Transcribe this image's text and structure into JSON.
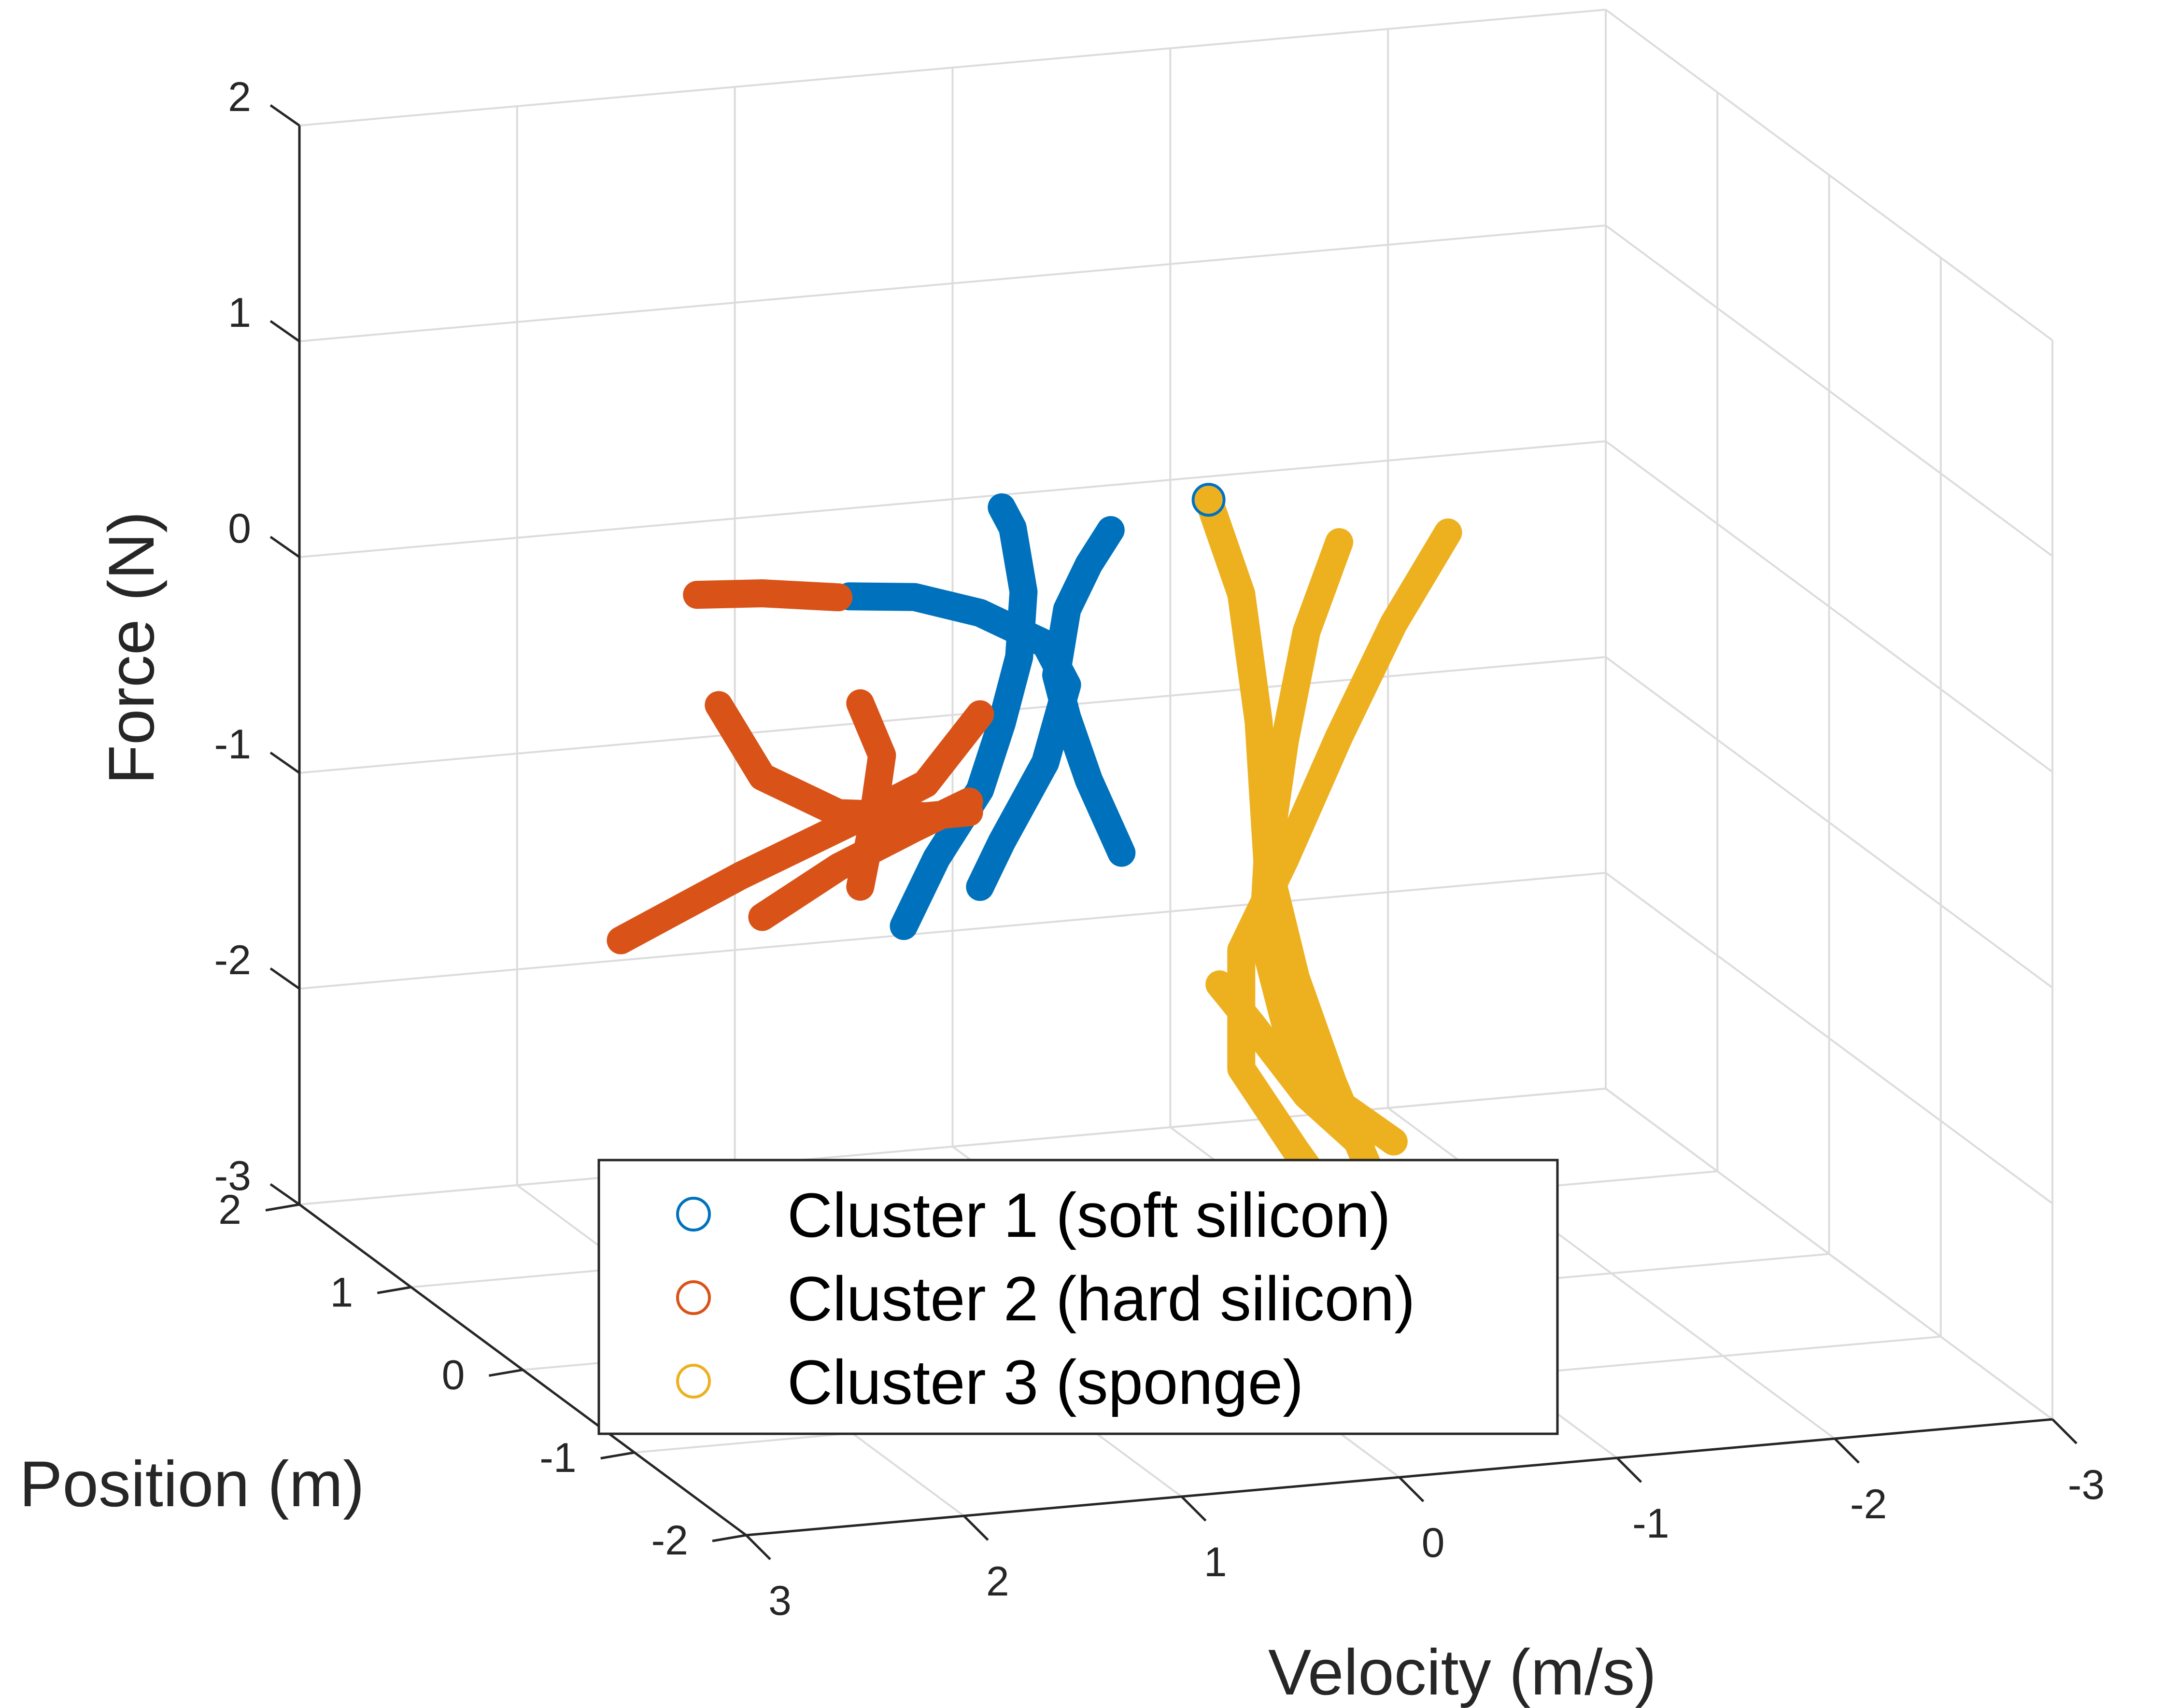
{
  "chart_data": {
    "type": "line3d",
    "xlabel": "Velocity (m/s)",
    "ylabel": "Position (m)",
    "zlabel": "Force (N)",
    "xlim": [
      3,
      -3
    ],
    "ylim": [
      -2,
      2
    ],
    "zlim": [
      -3,
      2
    ],
    "x_ticks": [
      "3",
      "2",
      "1",
      "0",
      "-1",
      "-2",
      "-3"
    ],
    "y_ticks": [
      "-2",
      "-1",
      "0",
      "1",
      "2"
    ],
    "z_ticks": [
      "-3",
      "-2",
      "-1",
      "0",
      "1",
      "2"
    ],
    "grid": true,
    "legend_position": "bottom-center",
    "series": [
      {
        "name": "Cluster 1 (soft silicon)",
        "color": "#0072BD",
        "trajectories": [
          [
            [
              0.8,
              0.8
            ],
            [
              0.75,
              0.7
            ],
            [
              0.7,
              0.4
            ],
            [
              0.72,
              0.1
            ],
            [
              0.8,
              -0.2
            ],
            [
              0.9,
              -0.5
            ],
            [
              1.1,
              -0.8
            ],
            [
              1.25,
              -1.1
            ]
          ],
          [
            [
              0.3,
              0.65
            ],
            [
              0.4,
              0.5
            ],
            [
              0.5,
              0.3
            ],
            [
              0.55,
              0.0
            ],
            [
              0.5,
              -0.2
            ],
            [
              0.4,
              -0.5
            ],
            [
              0.25,
              -0.85
            ]
          ],
          [
            [
              1.5,
              0.45
            ],
            [
              1.2,
              0.42
            ],
            [
              0.9,
              0.32
            ],
            [
              0.6,
              0.15
            ],
            [
              0.5,
              -0.05
            ],
            [
              0.6,
              -0.4
            ],
            [
              0.8,
              -0.75
            ],
            [
              0.9,
              -0.95
            ]
          ]
        ]
      },
      {
        "name": "Cluster 2 (hard silicon)",
        "color": "#D95319",
        "trajectories": [
          [
            [
              2.2,
              0.52
            ],
            [
              1.9,
              0.5
            ],
            [
              1.55,
              0.45
            ]
          ],
          [
            [
              2.1,
              0.0
            ],
            [
              1.9,
              -0.35
            ],
            [
              1.55,
              -0.55
            ],
            [
              1.15,
              -0.6
            ],
            [
              0.95,
              -0.6
            ]
          ],
          [
            [
              2.55,
              -1.05
            ],
            [
              2.0,
              -0.8
            ],
            [
              1.5,
              -0.6
            ],
            [
              1.15,
              -0.45
            ],
            [
              0.9,
              -0.15
            ]
          ],
          [
            [
              1.45,
              -0.05
            ],
            [
              1.35,
              -0.3
            ],
            [
              1.4,
              -0.65
            ],
            [
              1.45,
              -0.9
            ]
          ],
          [
            [
              1.9,
              -1.0
            ],
            [
              1.55,
              -0.8
            ],
            [
              1.2,
              -0.65
            ],
            [
              0.95,
              -0.55
            ]
          ]
        ]
      },
      {
        "name": "Cluster 3 (sponge)",
        "color": "#EDB120",
        "trajectories": [
          [
            [
              -0.15,
              0.75
            ],
            [
              -0.3,
              0.3
            ],
            [
              -0.38,
              -0.3
            ],
            [
              -0.42,
              -0.95
            ],
            [
              -0.55,
              -1.5
            ],
            [
              -0.72,
              -2.0
            ],
            [
              -0.9,
              -2.45
            ]
          ],
          [
            [
              -0.75,
              0.5
            ],
            [
              -0.6,
              0.1
            ],
            [
              -0.5,
              -0.4
            ],
            [
              -0.42,
              -0.95
            ],
            [
              -0.4,
              -1.3
            ],
            [
              -0.5,
              -1.7
            ],
            [
              -0.75,
              -2.1
            ],
            [
              -1.0,
              -2.3
            ]
          ],
          [
            [
              -1.25,
              0.5
            ],
            [
              -1.0,
              0.1
            ],
            [
              -0.75,
              -0.4
            ],
            [
              -0.5,
              -0.95
            ],
            [
              -0.3,
              -1.35
            ],
            [
              -0.3,
              -1.9
            ],
            [
              -0.55,
              -2.3
            ],
            [
              -0.85,
              -2.75
            ]
          ],
          [
            [
              -0.2,
              -1.5
            ],
            [
              -0.35,
              -1.7
            ],
            [
              -0.6,
              -2.05
            ],
            [
              -0.85,
              -2.3
            ]
          ]
        ]
      }
    ]
  }
}
